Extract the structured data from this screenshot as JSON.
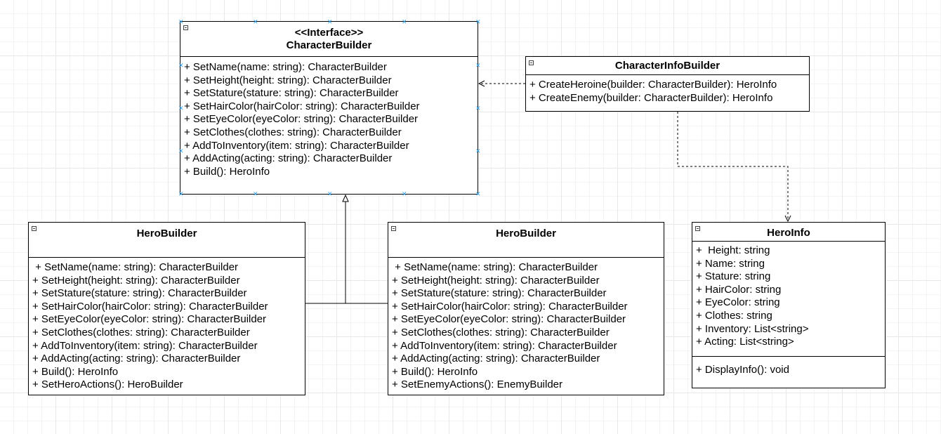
{
  "interface_box": {
    "stereotype": "<<Interface>>",
    "name": "CharacterBuilder",
    "methods": [
      "+ SetName(name: string): CharacterBuilder",
      "+ SetHeight(height: string): CharacterBuilder",
      "+ SetStature(stature: string): CharacterBuilder",
      "+ SetHairColor(hairColor: string): CharacterBuilder",
      "+ SetEyeColor(eyeColor: string): CharacterBuilder",
      "+ SetClothes(clothes: string): CharacterBuilder",
      "+ AddToInventory(item: string): CharacterBuilder",
      "+ AddActing(acting: string): CharacterBuilder",
      "+ Build(): HeroInfo"
    ]
  },
  "director_box": {
    "name": "CharacterInfoBuilder",
    "methods": [
      "+ CreateHeroine(builder: CharacterBuilder): HeroInfo",
      "+ CreateEnemy(builder: CharacterBuilder): HeroInfo"
    ]
  },
  "hero_builder_box": {
    "name": "HeroBuilder",
    "methods": [
      " + SetName(name: string): CharacterBuilder",
      "+ SetHeight(height: string): CharacterBuilder",
      "+ SetStature(stature: string): CharacterBuilder",
      "+ SetHairColor(hairColor: string): CharacterBuilder",
      "+ SetEyeColor(eyeColor: string): CharacterBuilder",
      "+ SetClothes(clothes: string): CharacterBuilder",
      "+ AddToInventory(item: string): CharacterBuilder",
      "+ AddActing(acting: string): CharacterBuilder",
      "+ Build(): HeroInfo",
      "+ SetHeroActions(): HeroBuilder"
    ]
  },
  "enemy_builder_box": {
    "name": "HeroBuilder",
    "methods": [
      " + SetName(name: string): CharacterBuilder",
      "+ SetHeight(height: string): CharacterBuilder",
      "+ SetStature(stature: string): CharacterBuilder",
      "+ SetHairColor(hairColor: string): CharacterBuilder",
      "+ SetEyeColor(eyeColor: string): CharacterBuilder",
      "+ SetClothes(clothes: string): CharacterBuilder",
      "+ AddToInventory(item: string): CharacterBuilder",
      "+ AddActing(acting: string): CharacterBuilder",
      "+ Build(): HeroInfo",
      "+ SetEnemyActions(): EnemyBuilder"
    ]
  },
  "hero_info_box": {
    "name": "HeroInfo",
    "attributes": [
      "+  Height: string",
      "+ Name: string",
      "+ Stature: string",
      "+ HairColor: string",
      "+ EyeColor: string",
      "+ Clothes: string",
      "+ Inventory: List<string>",
      "+ Acting: List<string>"
    ],
    "methods": [
      "+ DisplayInfo(): void"
    ]
  },
  "colors": {
    "line": "#000000",
    "selection_handle": "#29a3f0",
    "grid": "#e8e8e8"
  }
}
